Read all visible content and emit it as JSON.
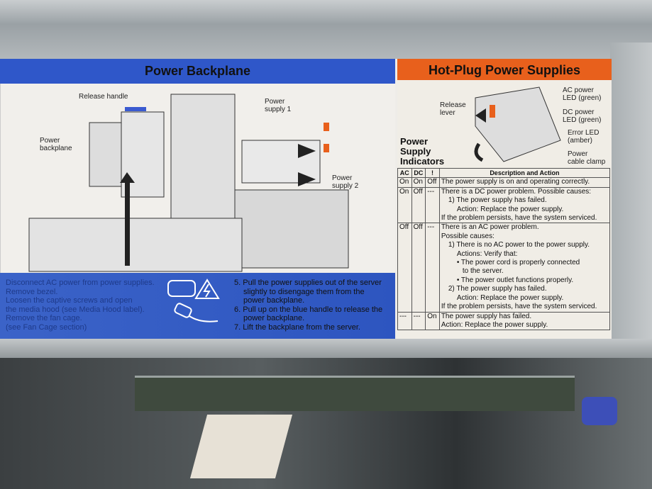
{
  "left_panel": {
    "title": "Power Backplane",
    "diagram_labels": {
      "release_handle": "Release handle",
      "power_backplane": "Power backplane",
      "supply1": "Power supply 1",
      "supply2": "Power supply 2"
    },
    "steps_left": [
      "Disconnect AC power from power supplies.",
      "Remove bezel.",
      "Loosen the captive screws and open",
      "the media hood (see Media Hood label).",
      "Remove the fan cage.",
      "(see Fan Cage section)"
    ],
    "steps_right": [
      "5. Pull the power supplies out of the server",
      "slightly to disengage them from the",
      "power backplane.",
      "6. Pull up on the blue handle to release the",
      "power backplane.",
      "7. Lift the backplane from the server."
    ]
  },
  "right_panel": {
    "title": "Hot-Plug Power Supplies",
    "diagram_labels": {
      "release_lever": "Release lever",
      "ac_led": "AC power LED (green)",
      "dc_led": "DC power LED (green)",
      "error_led": "Error LED (amber)",
      "clamp": "Power cable clamp"
    },
    "indicators_title": "Power Supply Indicators",
    "table": {
      "headers": [
        "AC",
        "DC",
        "!",
        "Description and Action"
      ],
      "rows": [
        {
          "ac": "On",
          "dc": "On",
          "err": "Off",
          "lines": [
            "The power supply is on and operating correctly."
          ]
        },
        {
          "ac": "On",
          "dc": "Off",
          "err": "---",
          "lines": [
            "There is a DC power problem.  Possible causes:",
            "1) The power supply has failed.",
            "Action:  Replace the power supply.",
            "If the problem persists, have the system serviced."
          ]
        },
        {
          "ac": "Off",
          "dc": "Off",
          "err": "---",
          "lines": [
            "There is an AC power problem.",
            "Possible causes:",
            "1) There is no AC power to the power supply.",
            "Actions:  Verify that:",
            "• The power cord is properly connected",
            "to the server.",
            "• The power outlet functions properly.",
            "2) The power supply has failed.",
            "Action:  Replace the power supply.",
            "If the problem persists, have the system serviced."
          ]
        },
        {
          "ac": "---",
          "dc": "---",
          "err": "On",
          "lines": [
            "The power supply has failed.",
            "Action:  Replace the power supply."
          ]
        }
      ]
    }
  }
}
